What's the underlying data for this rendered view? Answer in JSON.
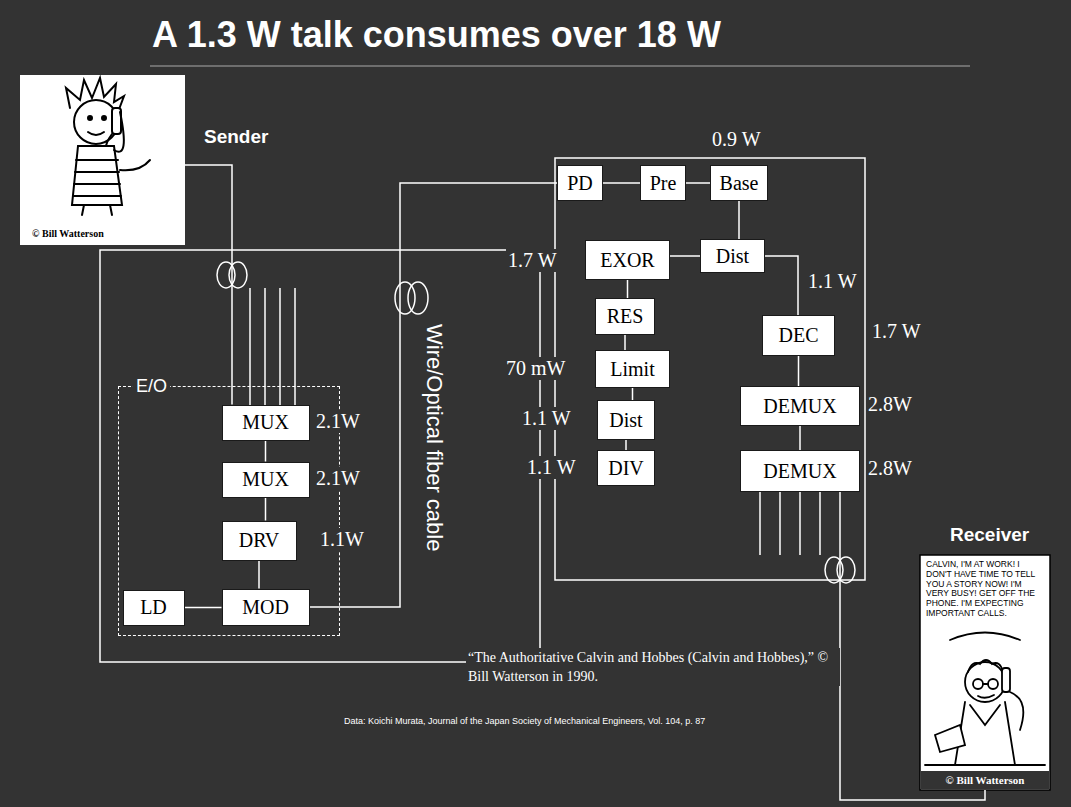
{
  "diagram": {
    "title": "A 1.3 W talk consumes over 18 W",
    "caption": "“The Authoritative Calvin and Hobbes (Calvin and Hobbes),” © Bill Watterson in 1990.",
    "nodes": [
      {
        "text": [
          "© Bill Watterson"
        ]
      },
      {
        "text": [
          "E/O"
        ]
      },
      {
        "text": [
          "MUX"
        ],
        "in": 1
      },
      {
        "text": [
          "MUX"
        ],
        "in": 1
      },
      {
        "text": [
          "DRV"
        ],
        "in": 1
      },
      {
        "text": [
          "LD"
        ],
        "in": 1
      },
      {
        "text": [
          "MOD"
        ],
        "in": 1
      },
      {
        "text": [
          "PD"
        ]
      },
      {
        "text": [
          "Pre"
        ]
      },
      {
        "text": [
          "Base"
        ]
      },
      {
        "text": [
          "Dist"
        ]
      },
      {
        "text": [
          "EXOR"
        ]
      },
      {
        "text": [
          "RES"
        ]
      },
      {
        "text": [
          "Limit"
        ]
      },
      {
        "text": [
          "Dist"
        ]
      },
      {
        "text": [
          "DIV"
        ]
      },
      {
        "text": [
          "DEC"
        ]
      },
      {
        "text": [
          "DEMUX"
        ]
      },
      {
        "text": [
          "DEMUX"
        ]
      },
      {
        "text": [
          "CALVIN, I'M AT WORK! I DON'T HAVE TIME TO TELL YOU A STORY NOW! I'M VERY BUSY! GET OFF THE PHONE. I'M EXPECTING IMPORTANT CALLS.",
          "© Bill Watterson"
        ]
      }
    ],
    "edges": [
      {
        "from": 0,
        "to": 2,
        "arrow": "none"
      },
      {
        "from": 2,
        "to": 3,
        "arrow": "none"
      },
      {
        "from": 3,
        "to": 4,
        "arrow": "none"
      },
      {
        "from": 4,
        "to": 6,
        "arrow": "none"
      },
      {
        "from": 5,
        "to": 6,
        "arrow": "none"
      },
      {
        "from": 6,
        "to": 7,
        "arrow": "none"
      },
      {
        "from": 7,
        "to": 8,
        "arrow": "none"
      },
      {
        "from": 8,
        "to": 9,
        "arrow": "none"
      },
      {
        "from": 9,
        "to": 10,
        "arrow": "none"
      },
      {
        "from": 10,
        "to": 11,
        "arrow": "none"
      },
      {
        "from": 10,
        "to": 16,
        "arrow": "none"
      },
      {
        "from": 11,
        "to": 12,
        "arrow": "none"
      },
      {
        "from": 12,
        "to": 13,
        "arrow": "none"
      },
      {
        "from": 13,
        "to": 14,
        "arrow": "none"
      },
      {
        "from": 14,
        "to": 15,
        "arrow": "none"
      },
      {
        "from": 16,
        "to": 17,
        "arrow": "none"
      },
      {
        "from": 17,
        "to": 18,
        "arrow": "none"
      },
      {
        "from": 18,
        "to": 19,
        "arrow": "none"
      }
    ],
    "labels": [
      "Sender",
      "2.1W",
      "2.1W",
      "1.1W",
      "Wire/Optical fiber cable",
      "0.9 W",
      "1.7 W",
      "1.1 W",
      "70 mW",
      "1.1 W",
      "1.1 W",
      "1.7 W",
      "2.8W",
      "2.8W",
      "Receiver",
      "Data: Koichi Murata, Journal of the Japan Society of Mechanical Engineers, Vol. 104, p. 87"
    ]
  }
}
